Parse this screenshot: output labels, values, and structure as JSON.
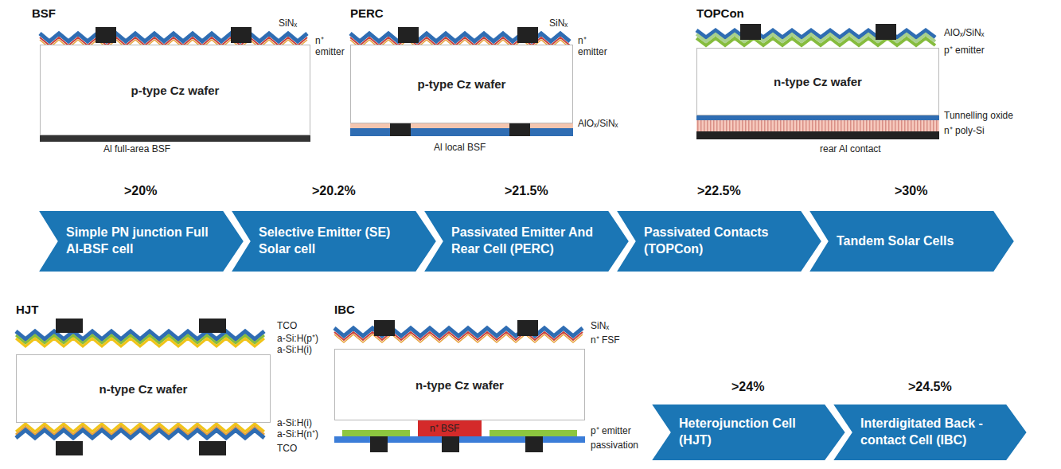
{
  "diagram": {
    "nodes": [
      {
        "text": [
          "p-type Cz wafer"
        ]
      },
      {
        "text": [
          "p-type Cz wafer"
        ]
      },
      {
        "text": [
          "n-type Cz wafer"
        ]
      },
      {
        "text": [
          "Simple PN junction Full Al-BSF cell"
        ]
      },
      {
        "text": [
          "Selective Emitter (SE) Solar cell"
        ]
      },
      {
        "text": [
          "Passivated Emitter And Rear Cell (PERC)"
        ]
      },
      {
        "text": [
          "Passivated Contacts (TOPCon)"
        ]
      },
      {
        "text": [
          "Tandem Solar Cells"
        ]
      },
      {
        "text": [
          "n-type Cz wafer"
        ]
      },
      {
        "text": [
          "n-type Cz wafer"
        ]
      },
      {
        "text": [
          "Heterojunction Cell (HJT)"
        ]
      },
      {
        "text": [
          "Interdigitated Back - contact Cell (IBC)"
        ]
      }
    ],
    "labels": [
      "BSF",
      "SiNₓ",
      "n⁺ emitter",
      "Al full-area BSF",
      "PERC",
      "SiNₓ",
      "n⁺ emitter",
      "AlOₓ/SiNₓ",
      "Al local BSF",
      "TOPCon",
      "AlOₓ/SiNₓ",
      "p⁺ emitter",
      "Tunnelling oxide",
      "n⁺ poly-Si",
      "rear Al contact",
      ">20%",
      ">20.2%",
      ">21.5%",
      ">22.5%",
      ">30%",
      "HJT",
      "TCO",
      "a-Si:H(p⁺)",
      "a-Si:H(i)",
      "a-Si:H(i)",
      "a-Si:H(n⁺)",
      "TCO",
      "IBC",
      "SiNₓ",
      "n⁺ FSF",
      "n⁺ BSF",
      "p⁺ emitter",
      "passivation",
      ">24%",
      ">24.5%"
    ]
  }
}
